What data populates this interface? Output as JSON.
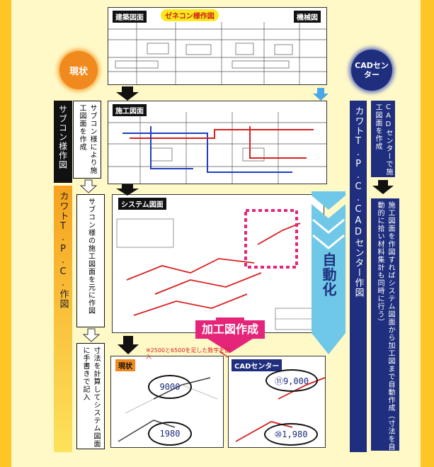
{
  "top_drawing": {
    "tag1": "建築図面",
    "tag2": "ゼネコン様作図",
    "tag3": "機械図"
  },
  "left": {
    "current_label": "現状",
    "subcon_header": "サブコン様作図",
    "subcon_step1": "サブコン様により施工図面を作成",
    "kawato_header": "カワトT.P.C.作図",
    "kawato_step1": "サブコン様の施工図面を元に作図",
    "kawato_step2": "寸法を計算してシステム図面に手書きで記入"
  },
  "right": {
    "cad_label": "CADセンター",
    "cad_header": "カワトT.P.C.CADセンター作図",
    "cad_step1": "CADセンターで施工図面を作成",
    "cad_step2": "施工図面を作図すればシステム図面から加工図まで自動作成（寸法を自動的に拾い材料集計も同時に行う）",
    "auto_label": "自動化"
  },
  "middle": {
    "construction_tag": "施工図面",
    "system_tag": "システム図面",
    "fabrication_label": "加工図作成",
    "note": "※2500と6500を足した数字を記入"
  },
  "bottom": {
    "current_tag": "現状",
    "cad_tag": "CADセンター",
    "hand_value_top": "9000",
    "hand_value_bottom": "1980",
    "cad_value_top": "⑪9,000",
    "cad_value_bottom": "⑩1,980"
  },
  "colors": {
    "background": "#fdc626",
    "panel": "#fff9c8",
    "orange_circle": "#f08a1e",
    "navy": "#1f2f7e",
    "auto_blue": "#6fc8e8",
    "magenta": "#e4257a",
    "red": "#d82020"
  }
}
